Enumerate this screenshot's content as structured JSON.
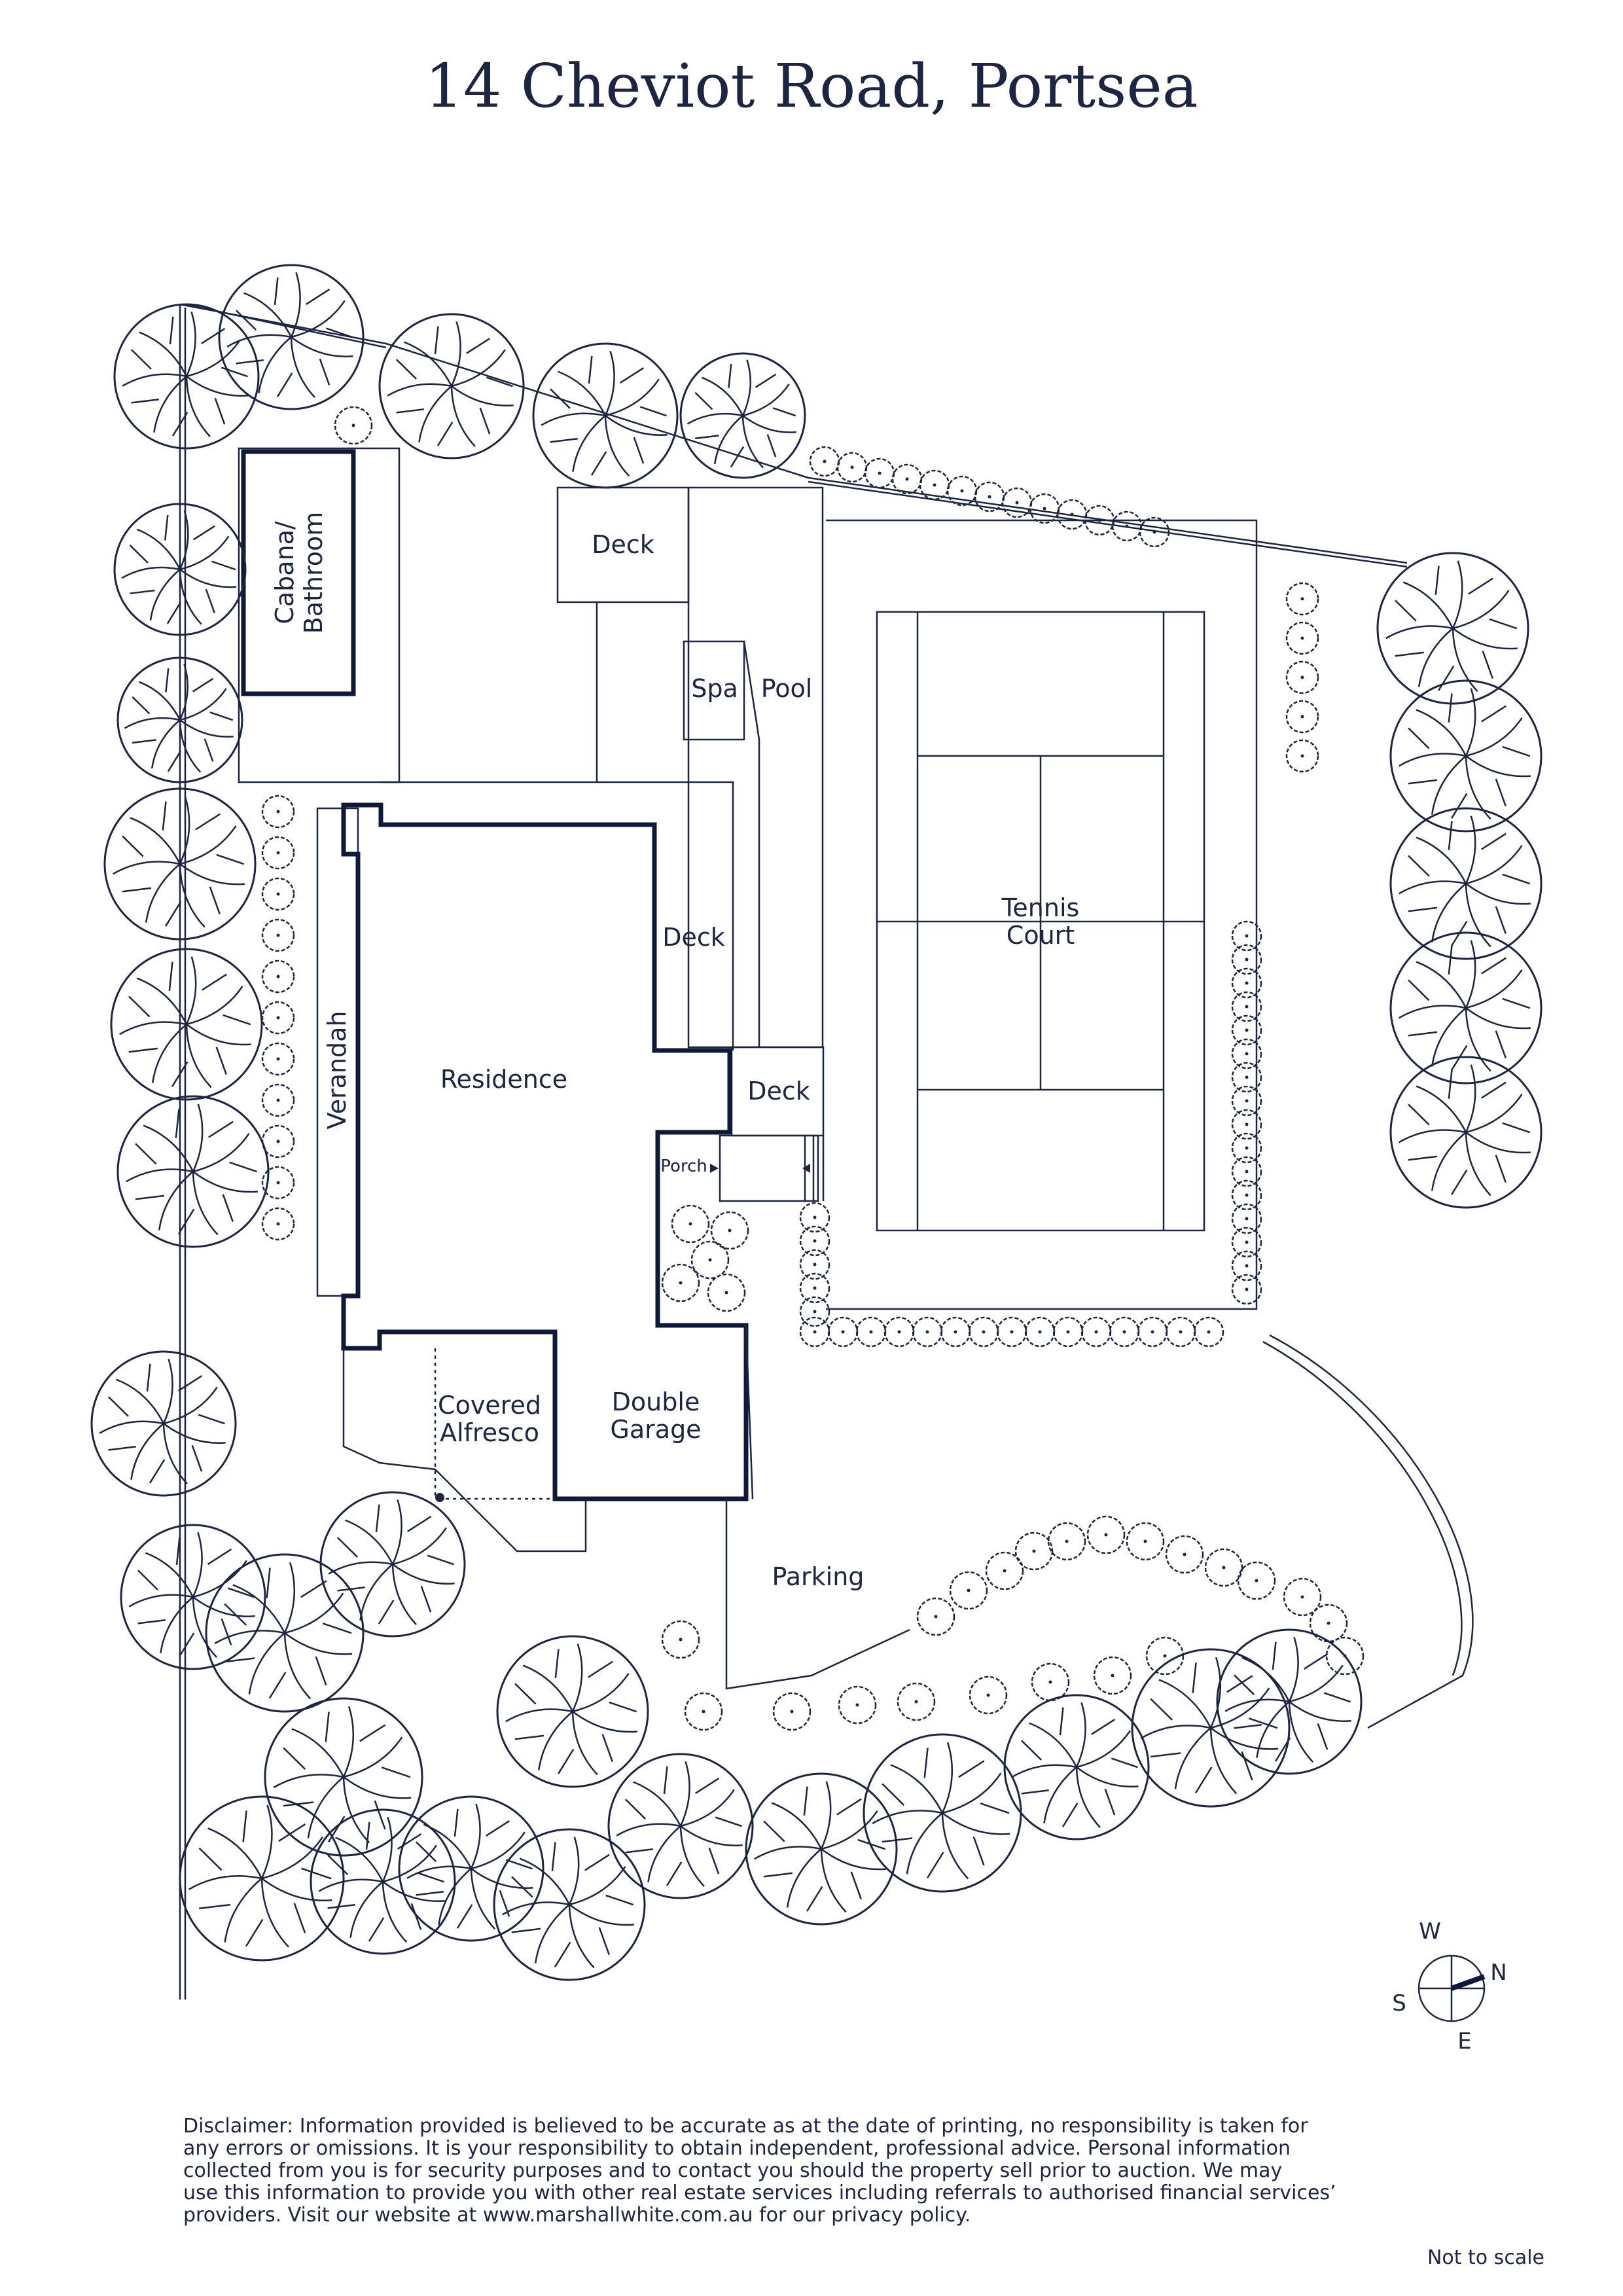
{
  "title": "14 Cheviot Road, Portsea",
  "labels": {
    "cabana_line1": "Cabana/",
    "cabana_line2": "Bathroom",
    "deck_top": "Deck",
    "spa": "Spa",
    "pool": "Pool",
    "tennis_line1": "Tennis",
    "tennis_line2": "Court",
    "deck_mid": "Deck",
    "deck_right": "Deck",
    "verandah": "Verandah",
    "residence": "Residence",
    "porch": "Porch",
    "alfresco_line1": "Covered",
    "alfresco_line2": "Alfresco",
    "garage_line1": "Double",
    "garage_line2": "Garage",
    "parking": "Parking"
  },
  "compass": {
    "w": "W",
    "n": "N",
    "s": "S",
    "e": "E"
  },
  "disclaimer": "Disclaimer: Information provided is believed to be accurate as at the date of printing, no responsibility is taken for\nany errors or omissions. It is your responsibility to obtain independent, professional advice. Personal information\ncollected from you is for security purposes and to contact you should the property sell prior to auction. We may\nuse this information to provide you with other real estate services including referrals to authorised financial services’\nproviders. Visit our website at www.marshallwhite.com.au for our privacy policy.",
  "scale_note": "Not to scale",
  "colors": {
    "ink": "#1c2541",
    "bold": "#0f1a3a",
    "background": "#ffffff"
  }
}
